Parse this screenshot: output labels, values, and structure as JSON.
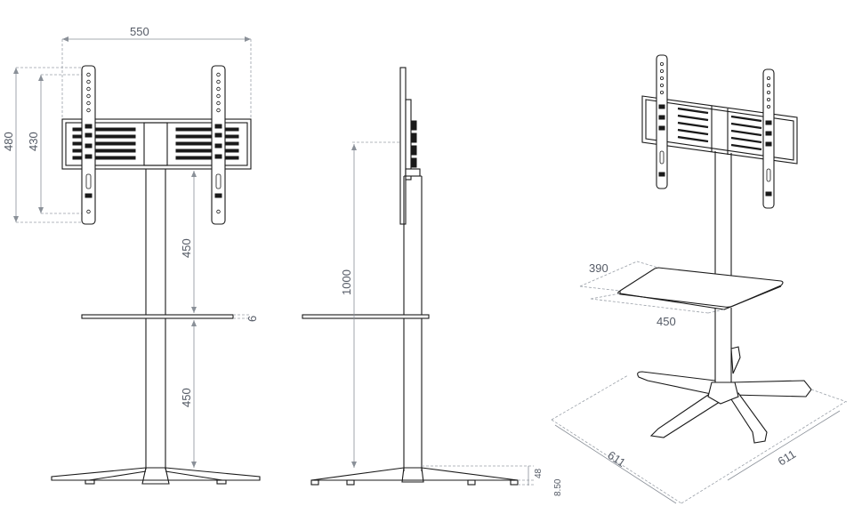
{
  "dimensions": {
    "front_width": "550",
    "front_total_height": "480",
    "front_hole_height": "430",
    "front_upper_column": "450",
    "front_shelf_thickness": "6",
    "front_lower_column": "450",
    "side_height": "1000",
    "side_foot_height": "48",
    "side_foot_clearance": "8.50",
    "iso_shelf_depth": "390",
    "iso_shelf_width": "450",
    "iso_base_left": "611",
    "iso_base_right": "611"
  },
  "colors": {
    "ink": "#1a1a1a",
    "dimension": "#8a9098",
    "label": "#555b66"
  }
}
